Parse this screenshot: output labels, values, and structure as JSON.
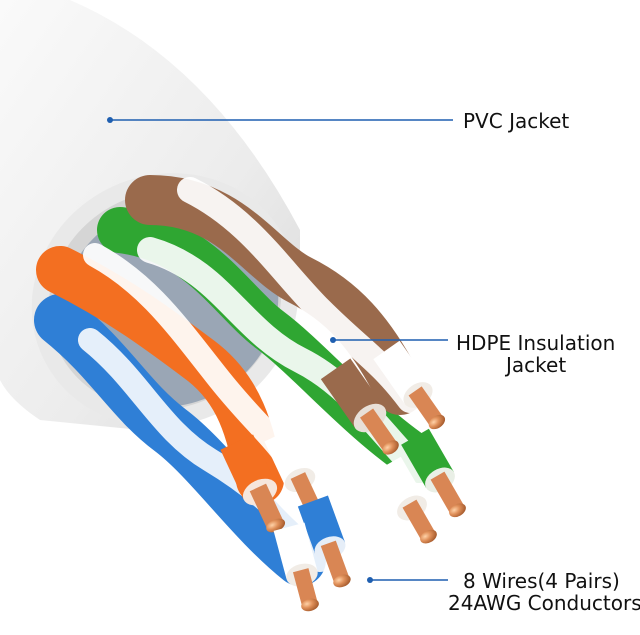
{
  "labels": {
    "pvc_jacket": "PVC Jacket",
    "hdpe_line1": "HDPE Insulation",
    "hdpe_line2": "Jacket",
    "conductors_line1": "8 Wires(4 Pairs)",
    "conductors_line2": "24AWG Conductors"
  },
  "colors": {
    "leader": "#1f5fb0",
    "jacket": "#f1f1f1",
    "orange": "#f36f21",
    "blue": "#2f7fd6",
    "green": "#2fa632",
    "brown": "#9a6a4c",
    "copper": "#d98654"
  },
  "icons": [
    "cable-cross-section-illustration"
  ]
}
